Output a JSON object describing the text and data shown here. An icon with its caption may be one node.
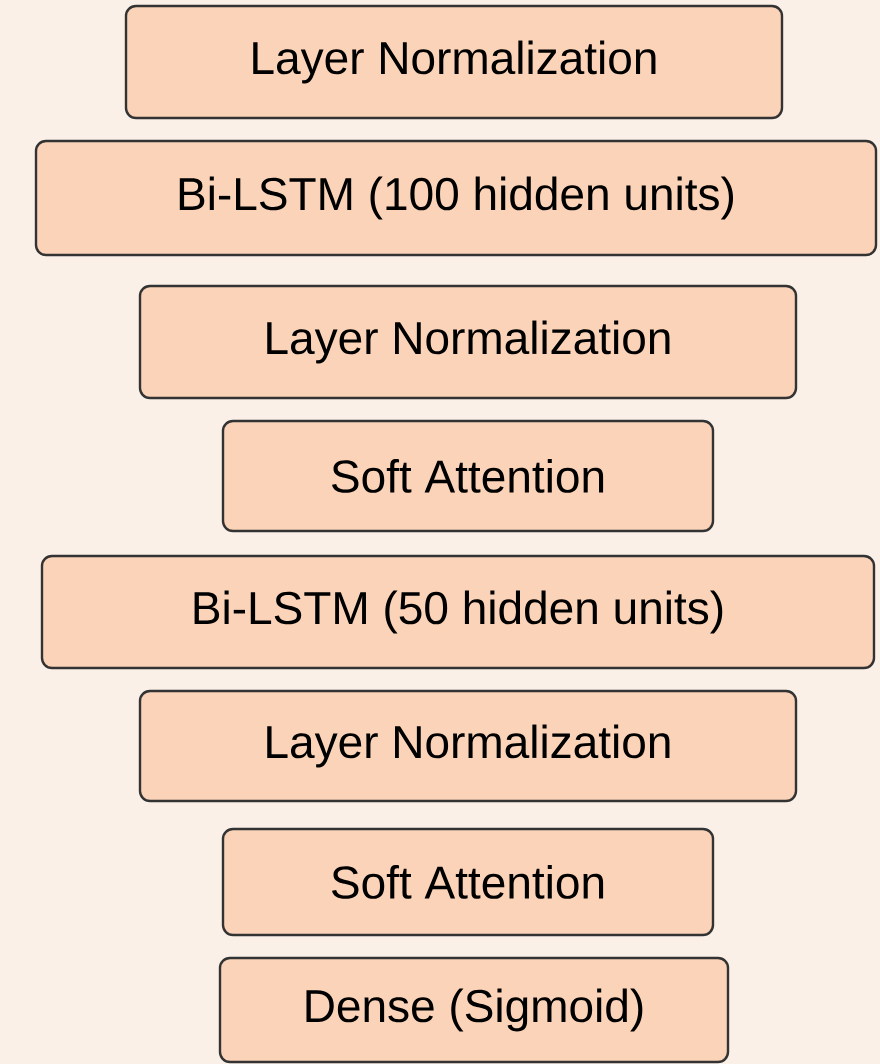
{
  "diagram": {
    "nodes": [
      {
        "text": [
          "Layer Normalization"
        ]
      },
      {
        "text": [
          "Bi-LSTM (100 hidden units)"
        ]
      },
      {
        "text": [
          "Layer Normalization"
        ]
      },
      {
        "text": [
          "Soft Attention"
        ]
      },
      {
        "text": [
          "Bi-LSTM (50 hidden units)"
        ]
      },
      {
        "text": [
          "Layer Normalization"
        ]
      },
      {
        "text": [
          "Soft Attention"
        ]
      },
      {
        "text": [
          "Dense (Sigmoid)"
        ]
      }
    ]
  }
}
